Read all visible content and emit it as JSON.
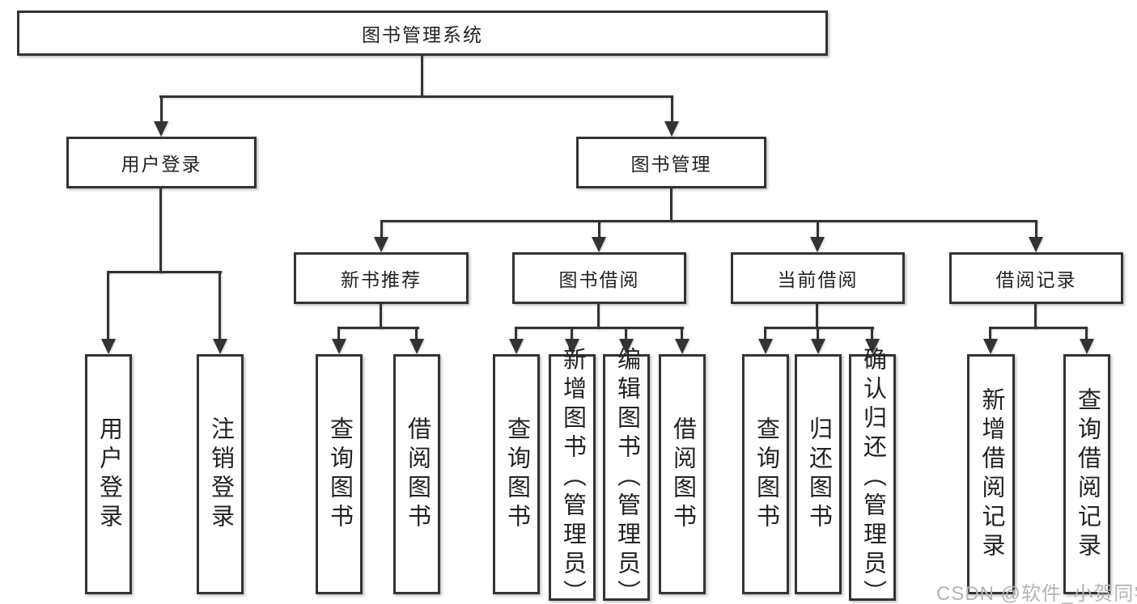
{
  "diagram": {
    "root": "图书管理系统",
    "level2": [
      "用户登录",
      "图书管理"
    ],
    "level3": [
      "新书推荐",
      "图书借阅",
      "当前借阅",
      "借阅记录"
    ],
    "leaves": {
      "user_login": [
        "用户登录",
        "注销登录"
      ],
      "new_book_recommend": [
        "查询图书",
        "借阅图书"
      ],
      "book_borrow": [
        "查询图书",
        "新增图书（管理员）",
        "编辑图书（管理员）",
        "借阅图书"
      ],
      "current_borrow": [
        "查询图书",
        "归还图书",
        "确认归还（管理员）"
      ],
      "borrow_record": [
        "新增借阅记录",
        "查询借阅记录"
      ]
    }
  },
  "watermark": {
    "text": "CSDN @软件_小贺同学"
  },
  "colors": {
    "line": "#333333",
    "text": "#222222",
    "watermark": "#b3b3b3",
    "background": "#ffffff"
  }
}
